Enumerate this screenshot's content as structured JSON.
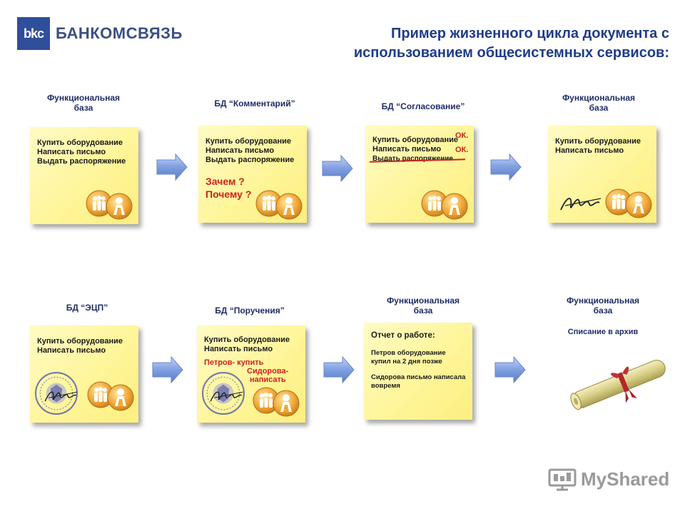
{
  "logo": {
    "mark": "bkc",
    "name": "БАНКОМСВЯЗЬ"
  },
  "title": {
    "line1": "Пример жизненного цикла документа с",
    "line2": "использованием общесистемных сервисов:"
  },
  "stages": [
    {
      "title1": "Функциональная",
      "title2": "база",
      "lines": [
        "Купить оборудование",
        "Написать письмо",
        "Выдать распоряжение"
      ]
    },
    {
      "title1": "БД “Комментарий”",
      "lines": [
        "Купить оборудование",
        "Написать письмо",
        "Выдать распоряжение"
      ],
      "comment1": "Зачем ?",
      "comment2": "Почему ?"
    },
    {
      "title1": "БД “Согласование”",
      "lines": [
        "Купить оборудование",
        "Написать письмо",
        "Выдать распоряжение"
      ],
      "ok1": "ОК.",
      "ok2": "ОК."
    },
    {
      "title1": "Функциональная",
      "title2": "база",
      "lines": [
        "Купить оборудование",
        "Написать письмо"
      ]
    },
    {
      "title1": "БД “ЭЦП”",
      "lines": [
        "Купить оборудование",
        "Написать письмо"
      ]
    },
    {
      "title1": "БД “Поручения”",
      "lines": [
        "Купить оборудование",
        "Написать письмо"
      ],
      "task1": "Петров- купить",
      "task2a": "Сидорова-",
      "task2b": "написать"
    },
    {
      "title1": "Функциональная",
      "title2": "база",
      "report_title": "Отчет о работе:",
      "report1a": "Петров оборудование",
      "report1b": " купил на 2 дня позже",
      "report2a": "Сидорова письмо написала",
      "report2b": "вовремя"
    },
    {
      "title1": "Функциональная",
      "title2": "база",
      "archive": "Списание в архив"
    }
  ],
  "watermark": "MyShared",
  "colors": {
    "title": "#1f3c8a",
    "red": "#c9241d",
    "note": "#fff59a",
    "arrow": "#7f9fe0"
  }
}
